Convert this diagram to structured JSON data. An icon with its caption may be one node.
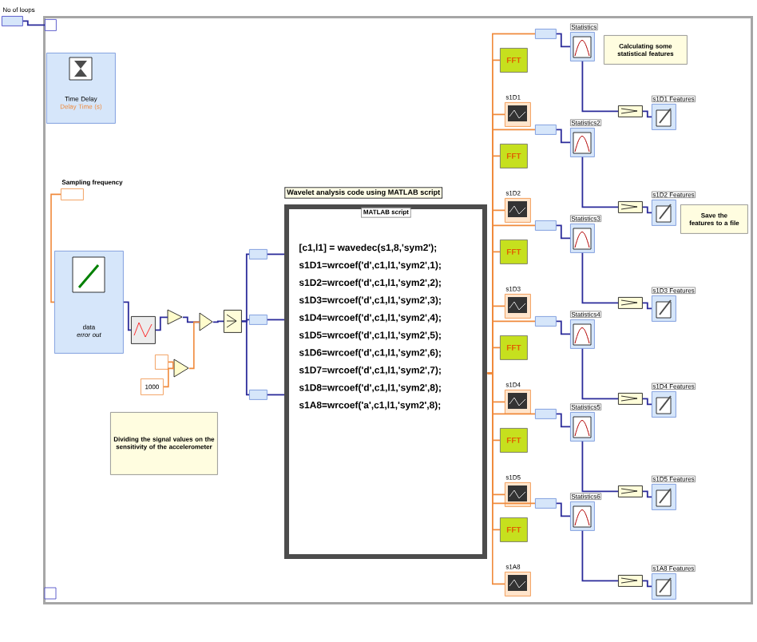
{
  "diagram": {
    "nodes": [
      {
        "text": [],
        "shape": "box",
        "beside": [
          "No of loops"
        ]
      },
      {
        "text": [],
        "shape": "box"
      },
      {
        "text": [],
        "shape": "box",
        "in": 1
      },
      {
        "text": [
          "Time Delay",
          "Delay Time (s)"
        ],
        "in": 1
      },
      {
        "text": [],
        "shape": "box",
        "beside": [
          "Sampling frequency"
        ],
        "in": 1
      },
      {
        "text": [
          "data",
          "error out"
        ],
        "in": 1
      },
      {
        "text": [],
        "shape": "box",
        "in": 1
      },
      {
        "text": [],
        "shape": "triangle",
        "in": 1
      },
      {
        "text": [],
        "shape": "box",
        "in": 1
      },
      {
        "text": [
          "1000"
        ],
        "in": 1
      },
      {
        "text": [],
        "shape": "triangle",
        "in": 1
      },
      {
        "text": [],
        "shape": "triangle",
        "in": 1
      },
      {
        "text": [],
        "shape": "box",
        "in": 1
      },
      {
        "text": [],
        "shape": "box",
        "in": 1
      },
      {
        "text": [],
        "shape": "box",
        "in": 1
      },
      {
        "text": [],
        "shape": "box",
        "in": 1
      },
      {
        "text": [
          "Wavelet analysis code using MATLAB script",
          "MATLAB script",
          "[c1,l1] = wavedec(s1,8,'sym2');",
          "s1D1=wrcoef('d',c1,l1,'sym2',1);",
          "s1D2=wrcoef('d',c1,l1,'sym2',2);",
          "s1D3=wrcoef('d',c1,l1,'sym2',3);",
          "s1D4=wrcoef('d',c1,l1,'sym2',4);",
          "s1D5=wrcoef('d',c1,l1,'sym2',5);",
          "s1D6=wrcoef('d',c1,l1,'sym2',6);",
          "s1D7=wrcoef('d',c1,l1,'sym2',7);",
          "s1D8=wrcoef('d',c1,l1,'sym2',8);",
          "s1A8=wrcoef('a',c1,l1,'sym2',8);"
        ],
        "in": 1
      },
      {
        "text": [
          "Dividing the signal values on the sensitivity of the accelerometer"
        ],
        "in": 1
      },
      {
        "text": [],
        "shape": "box",
        "in": 1
      },
      {
        "text": [
          "FFT"
        ],
        "in": 1
      },
      {
        "text": [],
        "shape": "box",
        "beside": [
          "s1D1"
        ],
        "in": 1
      },
      {
        "text": [],
        "shape": "box",
        "beside": [
          "Statistics"
        ],
        "in": 1
      },
      {
        "text": [],
        "shape": "box",
        "in": 1
      },
      {
        "text": [],
        "shape": "box",
        "beside": [
          "s1D1 Features"
        ],
        "in": 1
      },
      {
        "text": [],
        "shape": "box",
        "in": 1
      },
      {
        "text": [
          "FFT"
        ],
        "in": 1
      },
      {
        "text": [],
        "shape": "box",
        "beside": [
          "s1D2"
        ],
        "in": 1
      },
      {
        "text": [],
        "shape": "box",
        "beside": [
          "Statistics2"
        ],
        "in": 1
      },
      {
        "text": [],
        "shape": "box",
        "in": 1
      },
      {
        "text": [],
        "shape": "box",
        "beside": [
          "s1D2 Features"
        ],
        "in": 1
      },
      {
        "text": [],
        "shape": "box",
        "in": 1
      },
      {
        "text": [
          "FFT"
        ],
        "in": 1
      },
      {
        "text": [],
        "shape": "box",
        "beside": [
          "s1D3"
        ],
        "in": 1
      },
      {
        "text": [],
        "shape": "box",
        "beside": [
          "Statistics3"
        ],
        "in": 1
      },
      {
        "text": [],
        "shape": "box",
        "in": 1
      },
      {
        "text": [],
        "shape": "box",
        "beside": [
          "s1D3 Features"
        ],
        "in": 1
      },
      {
        "text": [],
        "shape": "box",
        "in": 1
      },
      {
        "text": [
          "FFT"
        ],
        "in": 1
      },
      {
        "text": [],
        "shape": "box",
        "beside": [
          "s1D4"
        ],
        "in": 1
      },
      {
        "text": [],
        "shape": "box",
        "beside": [
          "Statistics4"
        ],
        "in": 1
      },
      {
        "text": [],
        "shape": "box",
        "in": 1
      },
      {
        "text": [],
        "shape": "box",
        "beside": [
          "s1D4 Features"
        ],
        "in": 1
      },
      {
        "text": [],
        "shape": "box",
        "in": 1
      },
      {
        "text": [
          "FFT"
        ],
        "in": 1
      },
      {
        "text": [],
        "shape": "box",
        "beside": [
          "s1D5"
        ],
        "in": 1
      },
      {
        "text": [],
        "shape": "box",
        "beside": [
          "Statistics5"
        ],
        "in": 1
      },
      {
        "text": [],
        "shape": "box",
        "in": 1
      },
      {
        "text": [],
        "shape": "box",
        "beside": [
          "s1D5 Features"
        ],
        "in": 1
      },
      {
        "text": [],
        "shape": "box",
        "in": 1
      },
      {
        "text": [
          "FFT"
        ],
        "in": 1
      },
      {
        "text": [],
        "shape": "box",
        "beside": [
          "s1A8"
        ],
        "in": 1
      },
      {
        "text": [],
        "shape": "box",
        "beside": [
          "Statistics6"
        ],
        "in": 1
      },
      {
        "text": [],
        "shape": "box",
        "in": 1
      },
      {
        "text": [],
        "shape": "box",
        "beside": [
          "s1A8 Features"
        ],
        "in": 1
      },
      {
        "text": [
          "Calculating some statistical features"
        ],
        "in": 1
      },
      {
        "text": [
          "Save the features to a file"
        ],
        "in": 1
      }
    ],
    "edges": [
      {
        "from": 0,
        "to": 2,
        "arrow": "none"
      },
      {
        "from": 4,
        "to": 5,
        "arrow": "none",
        "color": "#f08a3c"
      },
      {
        "from": 5,
        "to": 6,
        "arrow": "none"
      },
      {
        "from": 6,
        "to": 7,
        "arrow": "none"
      },
      {
        "from": 7,
        "to": 11,
        "arrow": "none"
      },
      {
        "from": 8,
        "to": 10,
        "arrow": "none",
        "color": "#f08a3c"
      },
      {
        "from": 9,
        "to": 10,
        "arrow": "none",
        "color": "#f08a3c"
      },
      {
        "from": 10,
        "to": 11,
        "arrow": "none",
        "color": "#f08a3c"
      },
      {
        "from": 11,
        "to": 12,
        "arrow": "none"
      },
      {
        "from": 12,
        "to": 13,
        "arrow": "none"
      },
      {
        "from": 12,
        "to": 14,
        "arrow": "none"
      },
      {
        "from": 12,
        "to": 15,
        "arrow": "none"
      },
      {
        "from": 13,
        "to": 16,
        "arrow": "none"
      },
      {
        "from": 14,
        "to": 16,
        "arrow": "none"
      },
      {
        "from": 15,
        "to": 16,
        "arrow": "none"
      },
      {
        "from": 16,
        "to": 18,
        "arrow": "none",
        "color": "#f08a3c"
      },
      {
        "from": 16,
        "to": 19,
        "arrow": "none",
        "color": "#f08a3c"
      },
      {
        "from": 16,
        "to": 20,
        "arrow": "none",
        "color": "#f08a3c"
      },
      {
        "from": 18,
        "to": 21,
        "arrow": "none"
      },
      {
        "from": 21,
        "to": 22,
        "arrow": "none"
      },
      {
        "from": 22,
        "to": 23,
        "arrow": "none"
      },
      {
        "from": 16,
        "to": 24,
        "arrow": "none",
        "color": "#f08a3c"
      },
      {
        "from": 16,
        "to": 25,
        "arrow": "none",
        "color": "#f08a3c"
      },
      {
        "from": 16,
        "to": 26,
        "arrow": "none",
        "color": "#f08a3c"
      },
      {
        "from": 24,
        "to": 27,
        "arrow": "none"
      },
      {
        "from": 27,
        "to": 28,
        "arrow": "none"
      },
      {
        "from": 28,
        "to": 29,
        "arrow": "none"
      },
      {
        "from": 16,
        "to": 30,
        "arrow": "none",
        "color": "#f08a3c"
      },
      {
        "from": 16,
        "to": 31,
        "arrow": "none",
        "color": "#f08a3c"
      },
      {
        "from": 16,
        "to": 32,
        "arrow": "none",
        "color": "#f08a3c"
      },
      {
        "from": 30,
        "to": 33,
        "arrow": "none"
      },
      {
        "from": 33,
        "to": 34,
        "arrow": "none"
      },
      {
        "from": 34,
        "to": 35,
        "arrow": "none"
      },
      {
        "from": 16,
        "to": 36,
        "arrow": "none",
        "color": "#f08a3c"
      },
      {
        "from": 16,
        "to": 37,
        "arrow": "none",
        "color": "#f08a3c"
      },
      {
        "from": 16,
        "to": 38,
        "arrow": "none",
        "color": "#f08a3c"
      },
      {
        "from": 36,
        "to": 39,
        "arrow": "none"
      },
      {
        "from": 39,
        "to": 40,
        "arrow": "none"
      },
      {
        "from": 40,
        "to": 41,
        "arrow": "none"
      },
      {
        "from": 16,
        "to": 42,
        "arrow": "none",
        "color": "#f08a3c"
      },
      {
        "from": 16,
        "to": 43,
        "arrow": "none",
        "color": "#f08a3c"
      },
      {
        "from": 16,
        "to": 44,
        "arrow": "none",
        "color": "#f08a3c"
      },
      {
        "from": 42,
        "to": 45,
        "arrow": "none"
      },
      {
        "from": 45,
        "to": 46,
        "arrow": "none"
      },
      {
        "from": 46,
        "to": 47,
        "arrow": "none"
      },
      {
        "from": 16,
        "to": 48,
        "arrow": "none",
        "color": "#f08a3c"
      },
      {
        "from": 16,
        "to": 49,
        "arrow": "none",
        "color": "#f08a3c"
      },
      {
        "from": 16,
        "to": 50,
        "arrow": "none",
        "color": "#f08a3c"
      },
      {
        "from": 48,
        "to": 51,
        "arrow": "none"
      },
      {
        "from": 51,
        "to": 52,
        "arrow": "none"
      },
      {
        "from": 52,
        "to": 53,
        "arrow": "none"
      }
    ]
  }
}
